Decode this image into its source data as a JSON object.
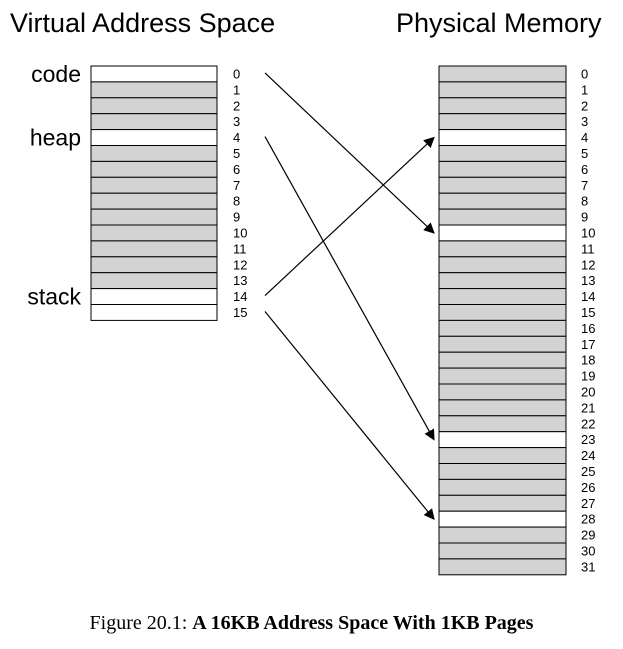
{
  "virtual": {
    "title": "Virtual Address Space",
    "num_pages": 16,
    "segments": [
      {
        "label": "code",
        "page": 0
      },
      {
        "label": "heap",
        "page": 4
      },
      {
        "label": "stack",
        "page": 14
      }
    ],
    "used_pages": [
      0,
      4,
      14,
      15
    ]
  },
  "physical": {
    "title": "Physical Memory",
    "num_frames": 32,
    "used_frames": [
      4,
      10,
      23,
      28
    ]
  },
  "mappings": [
    {
      "from": 0,
      "to": 10
    },
    {
      "from": 4,
      "to": 23
    },
    {
      "from": 14,
      "to": 4
    },
    {
      "from": 15,
      "to": 28
    }
  ],
  "colors": {
    "used": "#ffffff",
    "unused": "#d3d3d3",
    "stroke": "#000000"
  },
  "caption": {
    "prefix": "Figure 20.1: ",
    "text": "A 16KB Address Space With 1KB Pages"
  }
}
